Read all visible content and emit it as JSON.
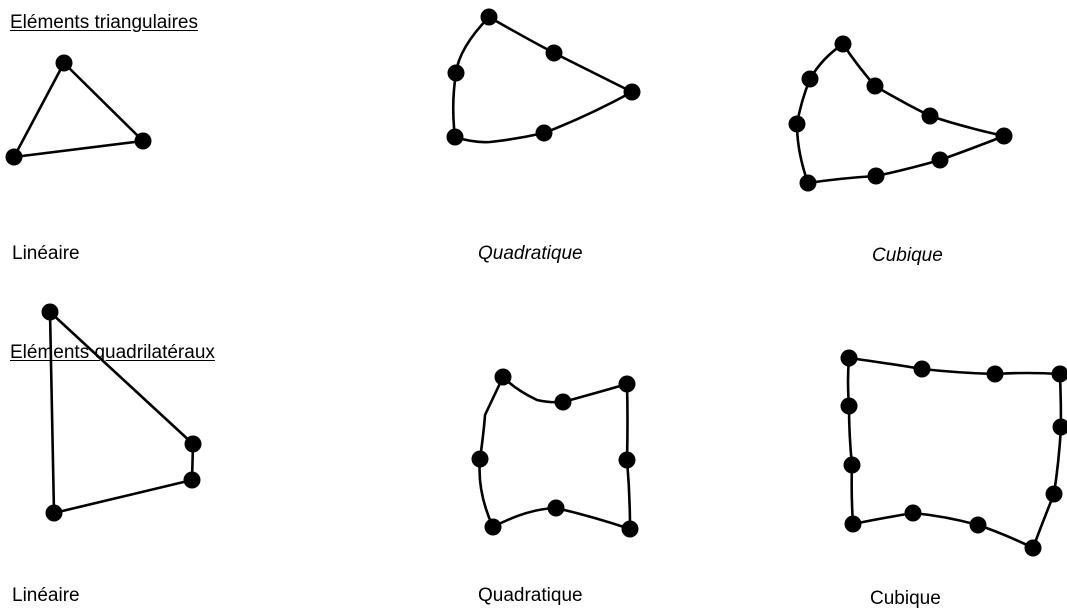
{
  "sections": {
    "triangular": {
      "heading": "Eléments triangulaires",
      "captions": {
        "linear": "Linéaire",
        "quadratic": "Quadratique",
        "cubic": "Cubique"
      }
    },
    "quadrilateral": {
      "heading": "Eléments quadrilatéraux",
      "captions": {
        "linear": "Linéaire",
        "quadratic": "Quadratique",
        "cubic": "Cubique"
      }
    }
  },
  "colors": {
    "stroke": "#000000",
    "node": "#000000",
    "background": "#ffffff"
  }
}
